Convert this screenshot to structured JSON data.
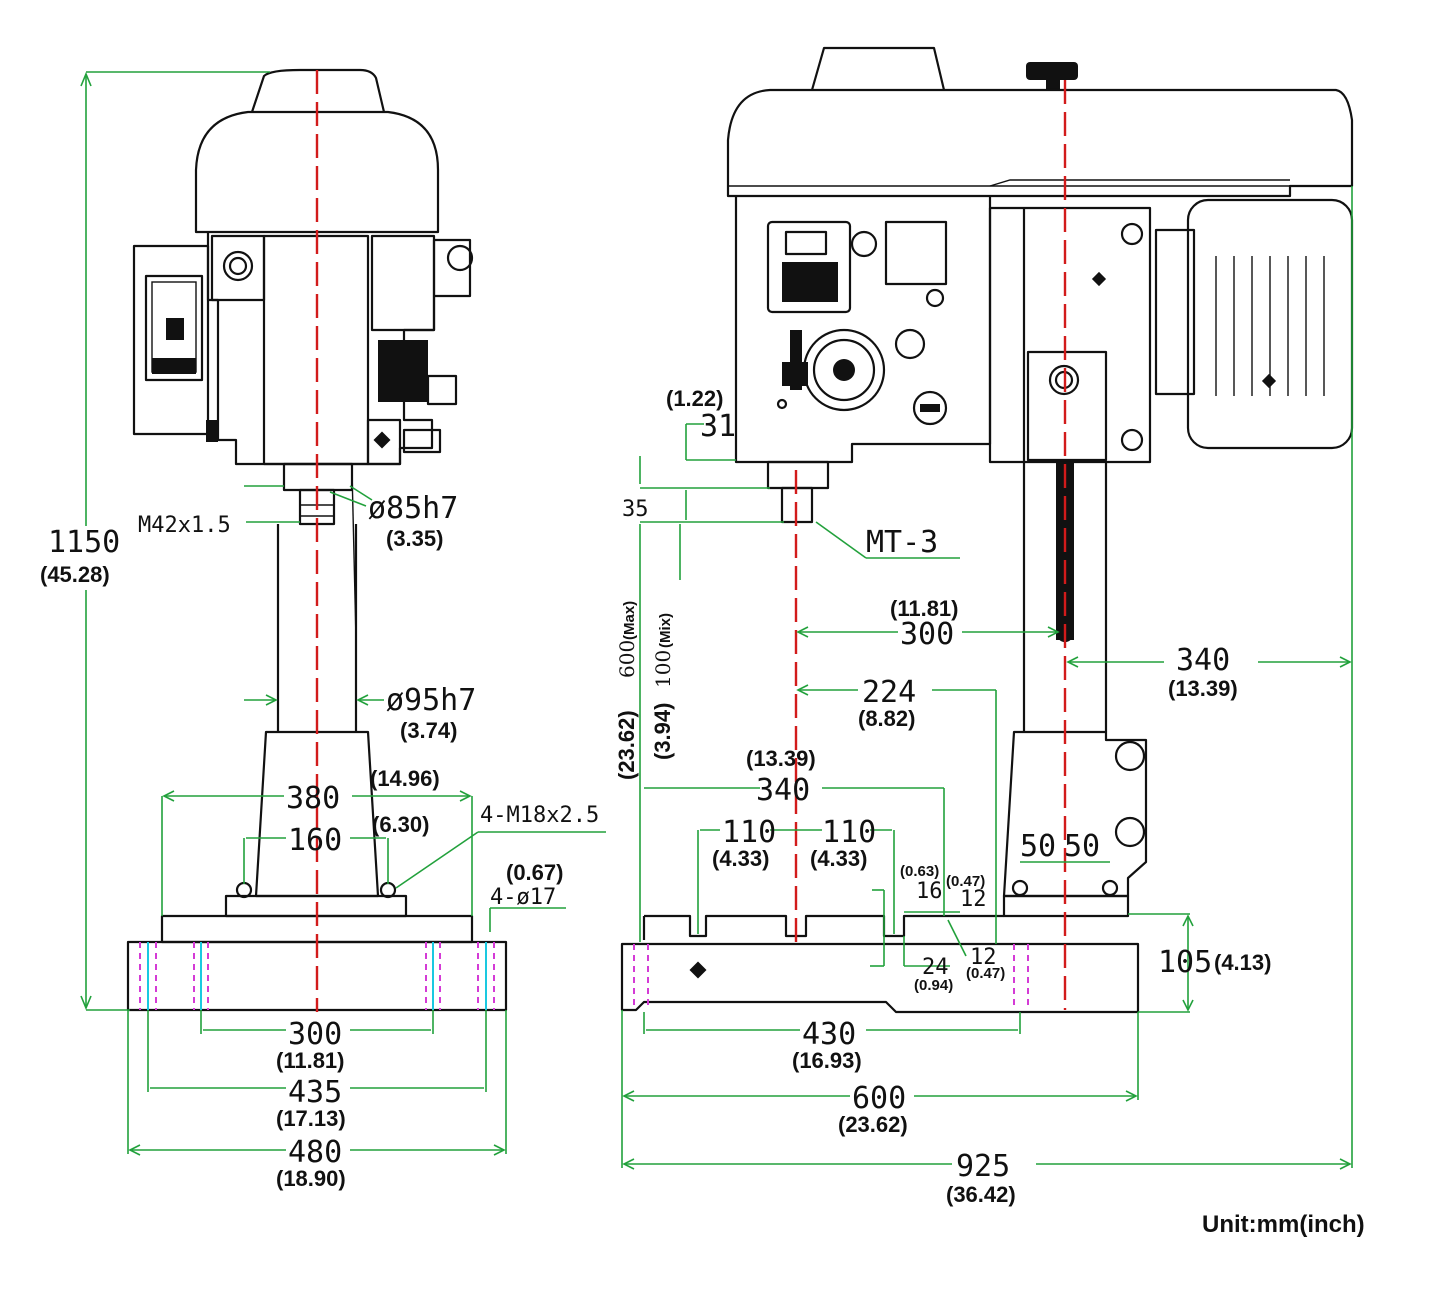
{
  "front_view": {
    "height": "1150",
    "height_in": "(45.28)",
    "thread": "M42x1.5",
    "spindle_dia": "ø85h7",
    "spindle_dia_in": "(3.35)",
    "column_dia": "ø95h7",
    "column_dia_in": "(3.74)",
    "base_top_width": "380",
    "base_top_width_in": "(14.96)",
    "bolt_span": "160",
    "bolt_span_in": "(6.30)",
    "bolt_thread": "4-M18x2.5",
    "hole_dia_in": "(0.67)",
    "hole_dia": "4-ø17",
    "hole_span_inner": "300",
    "hole_span_inner_in": "(11.81)",
    "hole_span_outer": "435",
    "hole_span_outer_in": "(17.13)",
    "base_width": "480",
    "base_width_in": "(18.90)"
  },
  "side_view": {
    "head_offset_in": "(1.22)",
    "head_offset": "31",
    "spindle_len": "35",
    "taper": "MT-3",
    "stroke_max_in": "(23.62)",
    "stroke_max": "600",
    "stroke_max_tag": "(Max)",
    "stroke_min_in": "(3.94)",
    "stroke_min": "100",
    "stroke_min_tag": "(Mix)",
    "reach_in": "(11.81)",
    "reach": "300",
    "motor_depth": "340",
    "motor_depth_in": "(13.39)",
    "column_offset": "224",
    "column_offset_in": "(8.82)",
    "table_span_in": "(13.39)",
    "table_span": "340",
    "slot_pitch_a": "110",
    "slot_pitch_a_in": "(4.33)",
    "slot_pitch_b": "110",
    "slot_pitch_b_in": "(4.33)",
    "slot_w_in": "(0.63)",
    "slot_w": "16",
    "slot_neck_in": "(0.47)",
    "slot_neck": "12",
    "slot_neck2": "12",
    "slot_neck2_in": "(0.47)",
    "slot_base": "24",
    "slot_base_in": "(0.94)",
    "bolt_a": "50",
    "bolt_b": "50",
    "base_height": "105",
    "base_height_in": "(4.13)",
    "hole_span": "430",
    "hole_span_in": "(16.93)",
    "base_depth": "600",
    "base_depth_in": "(23.62)",
    "overall_depth": "925",
    "overall_depth_in": "(36.42)"
  },
  "unit_note": "Unit:mm(inch)"
}
